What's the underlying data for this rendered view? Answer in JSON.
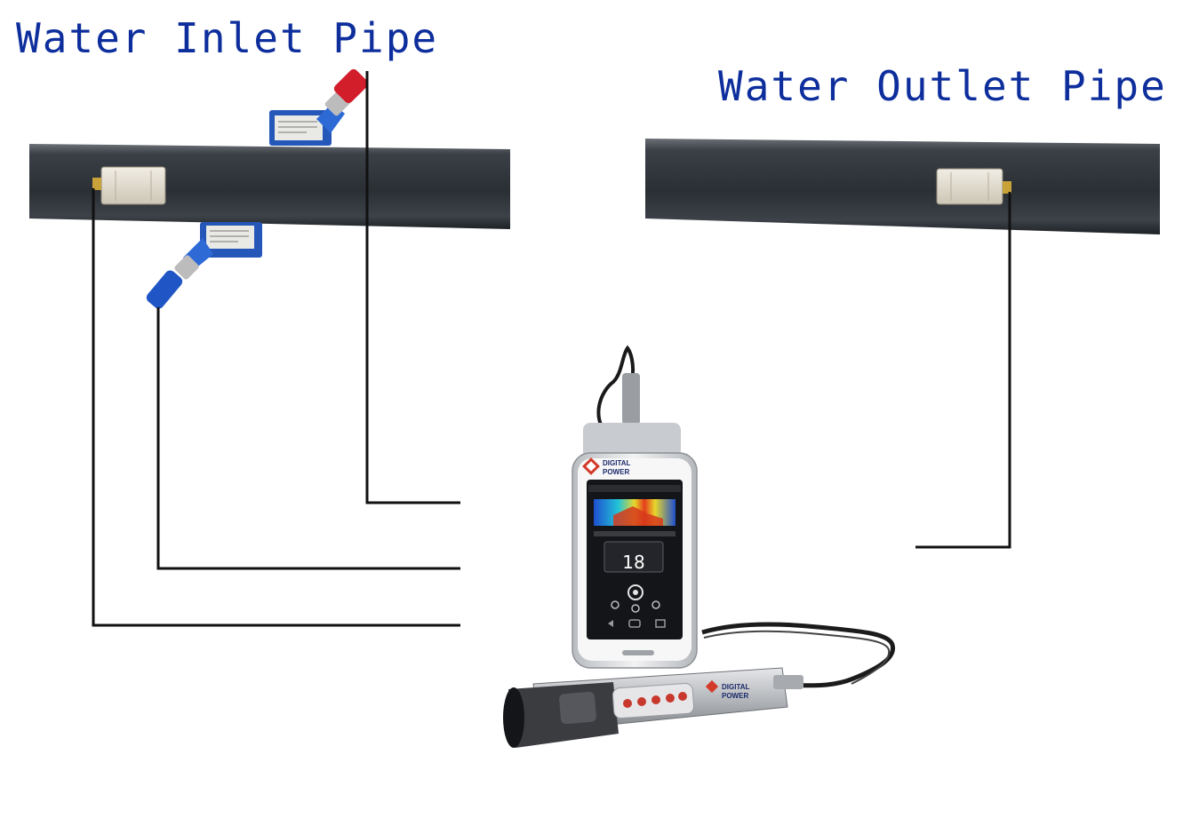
{
  "labels": {
    "inlet": "Water Inlet Pipe",
    "outlet": "Water Outlet Pipe"
  },
  "device": {
    "brand_line1": "DIGITAL",
    "brand_line2": "POWER",
    "reading": "18"
  },
  "colors": {
    "label_blue": "#0d2e9c",
    "pipe": "#2c3238",
    "connector_red": "#d21e2b",
    "connector_blue": "#1f55c4",
    "wire": "#111111"
  },
  "icons": [
    "back-icon",
    "home-icon",
    "menu-icon",
    "ok-button-icon"
  ]
}
